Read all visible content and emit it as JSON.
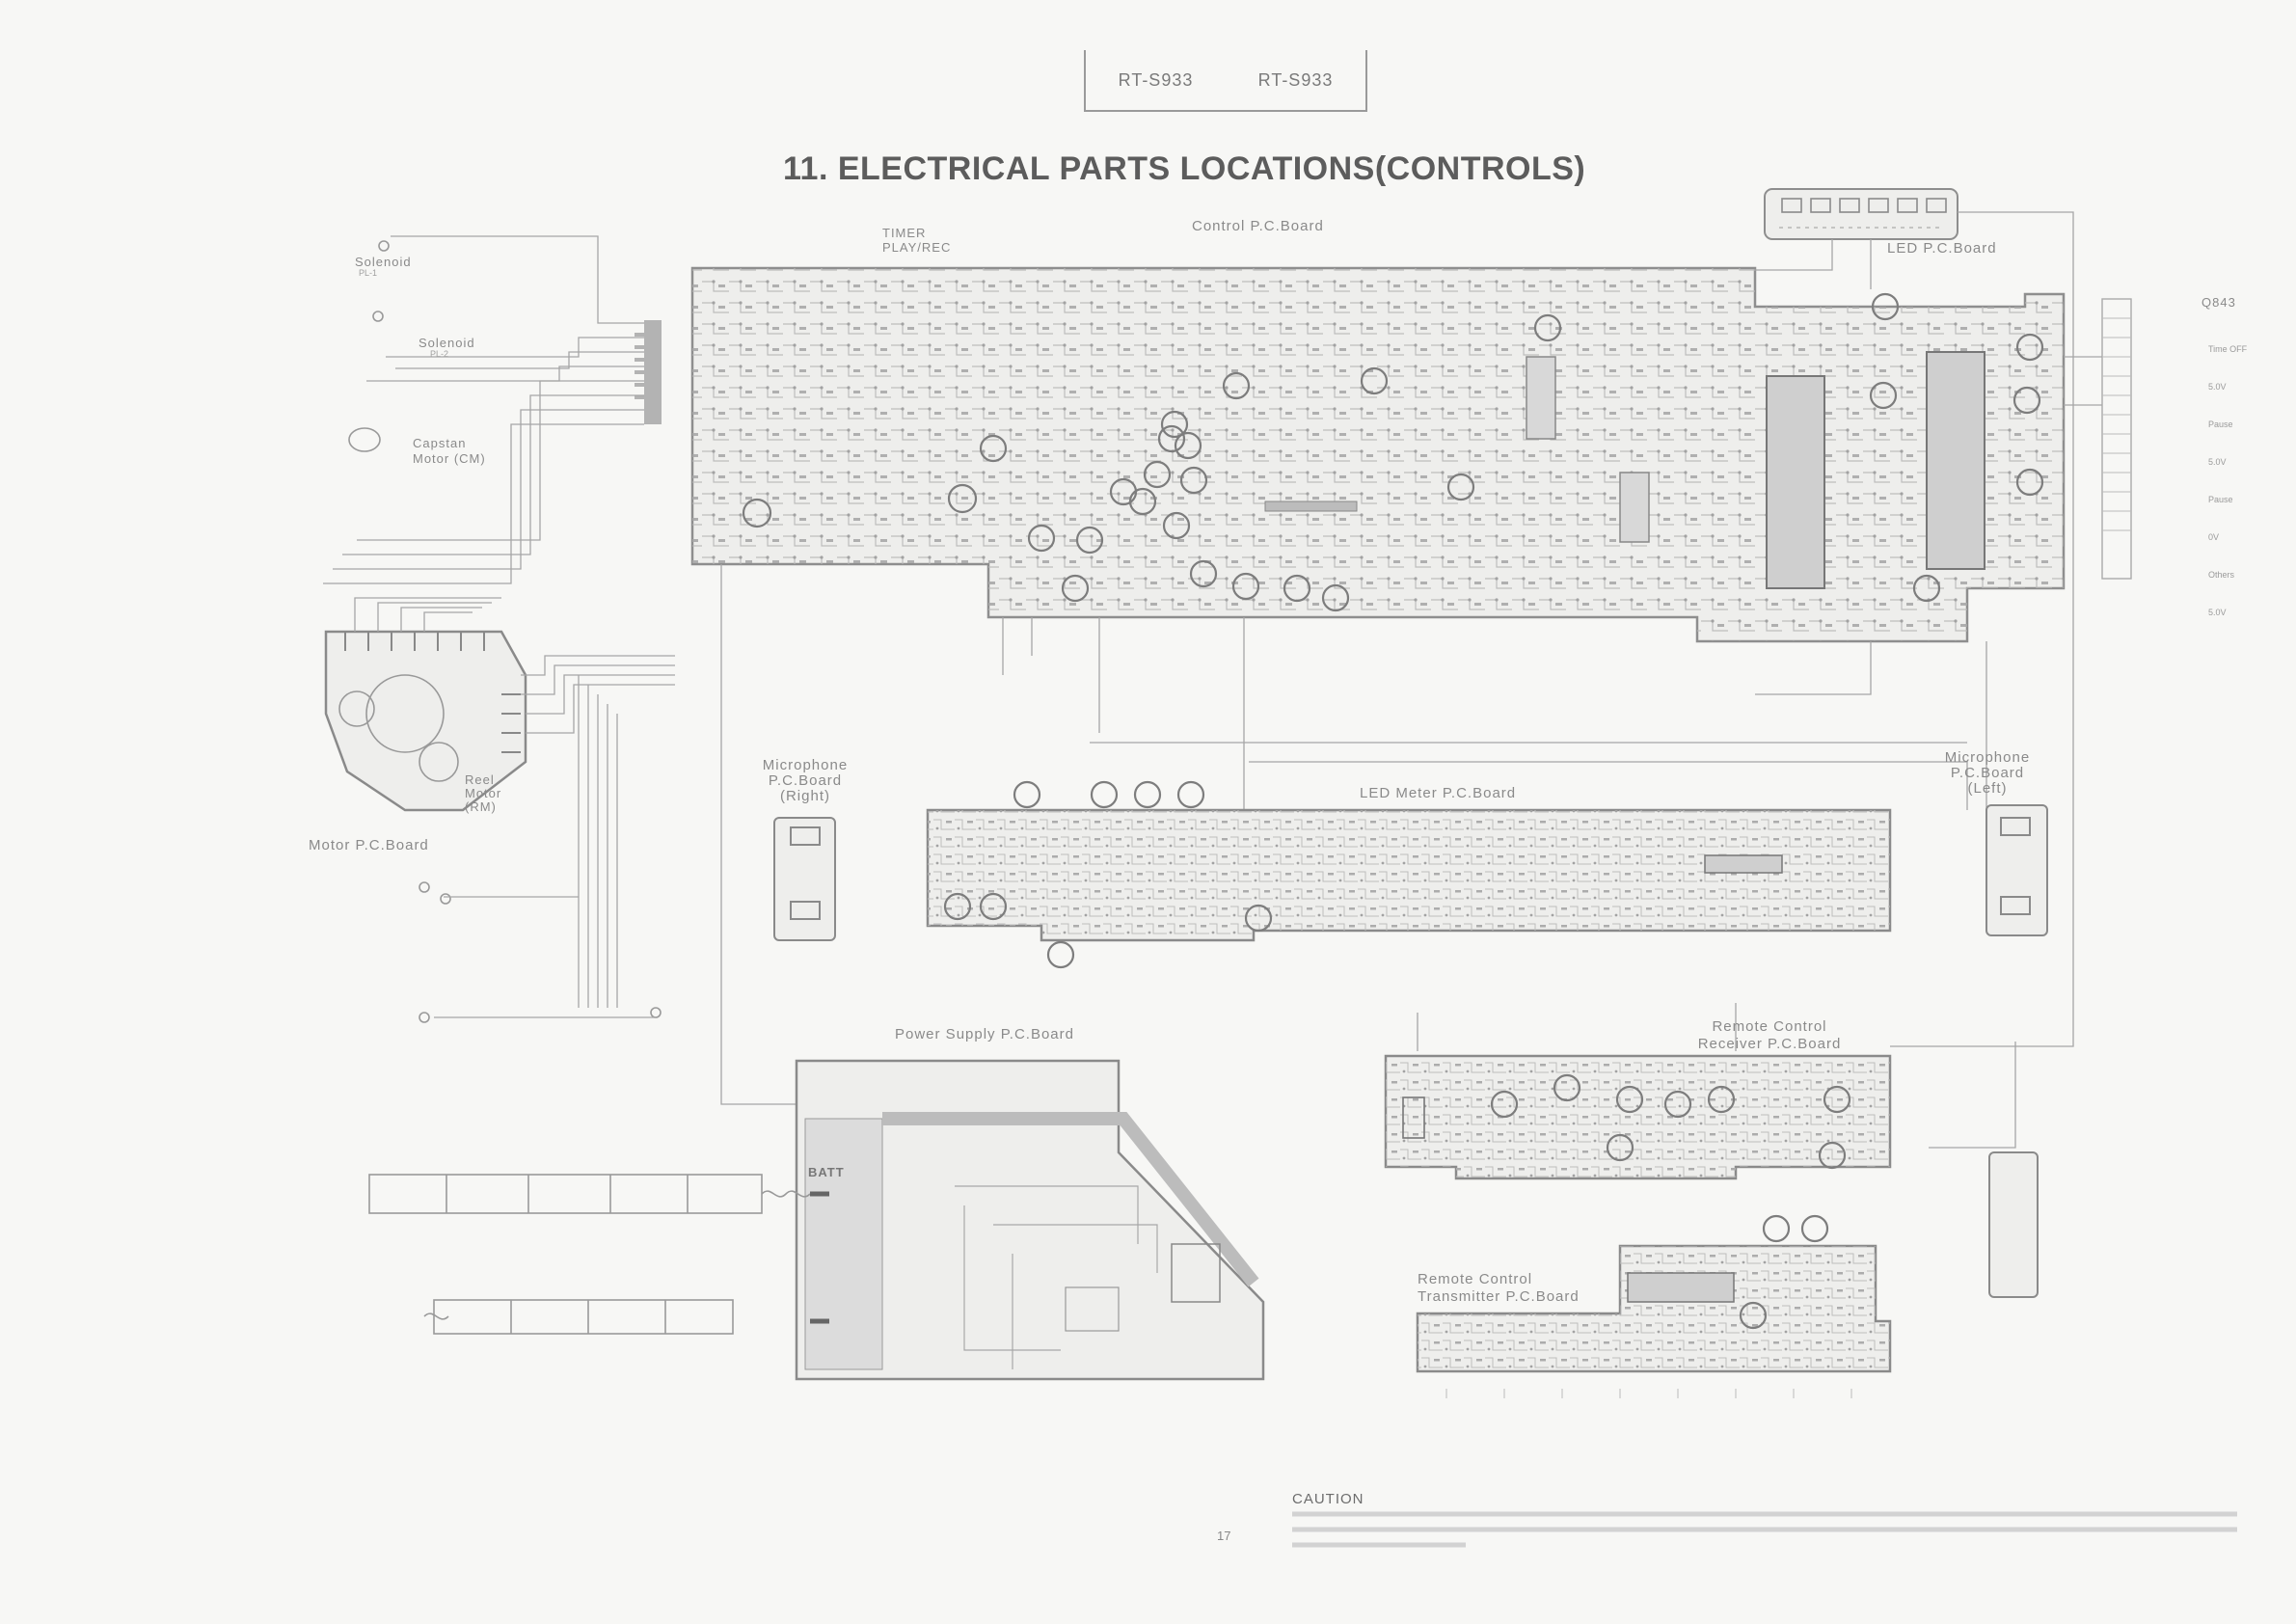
{
  "header": {
    "model_left": "RT-S933",
    "model_right": "RT-S933",
    "title": "11. ELECTRICAL PARTS LOCATIONS(CONTROLS)"
  },
  "boards": {
    "control": "Control  P.C.Board",
    "led": "LED  P.C.Board",
    "motor": "Motor  P.C.Board",
    "led_meter": "LED  Meter  P.C.Board",
    "mic_right": "Microphone P.C.Board (Right)",
    "mic_left": "Microphone P.C.Board (Left)",
    "power_supply": "Power  Supply  P.C.Board",
    "remote_receiver": "Remote Control Receiver  P.C.Board",
    "remote_transmitter": "Remote Control Transmitter  P.C.Board"
  },
  "components": {
    "solenoid_1": "Solenoid",
    "solenoid_1_ref": "PL-1",
    "solenoid_2": "Solenoid",
    "solenoid_2_ref": "PL-2",
    "capstan_motor": "Capstan Motor (CM)",
    "reel_motor": "Reel Motor (RM)",
    "batt": "BATT",
    "timer": "TIMER",
    "play_rec": "PLAY/REC",
    "ic_ref": "Q843"
  },
  "voltage_table": {
    "rows": [
      "Time OFF",
      "5.0V",
      "Pause",
      "5.0V",
      "Pause",
      "0V",
      "Others",
      "5.0V"
    ]
  },
  "footer": {
    "caution_title": "CAUTION",
    "page_number": "17"
  },
  "colors": {
    "ink": "#6a6a6a",
    "trace": "#9a9a9a",
    "board_fill": "#eeeeec",
    "background": "#f7f7f5"
  }
}
